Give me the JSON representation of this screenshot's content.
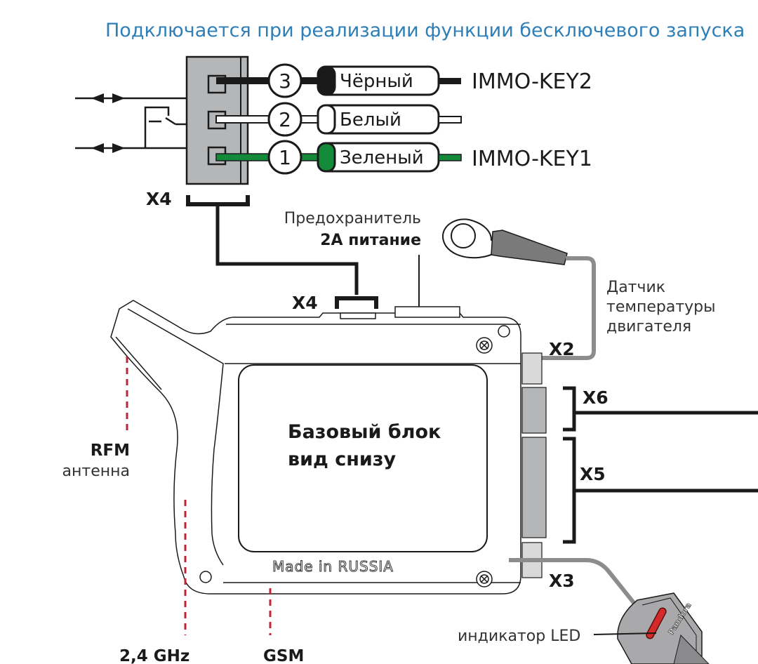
{
  "title": "Подключается при реализации функции бесключевого запуска",
  "immobilizer_connector": {
    "label": "X4",
    "pins": [
      {
        "number": "3",
        "wire_color_name": "Чёрный",
        "signal": "IMMO-KEY2",
        "color": "#1a1a1a"
      },
      {
        "number": "2",
        "wire_color_name": "Белый",
        "signal": "",
        "color": "#ffffff"
      },
      {
        "number": "1",
        "wire_color_name": "Зеленый",
        "signal": "IMMO-KEY1",
        "color": "#138a3a"
      }
    ]
  },
  "fuse": {
    "line1": "Предохранитель",
    "line2": "2А питание"
  },
  "temp_sensor": {
    "line1": "Датчик",
    "line2": "температуры",
    "line3": "двигателя"
  },
  "base_unit": {
    "line1": "Базовый блок",
    "line2": "вид снизу",
    "made_in": "Made in RUSSIA"
  },
  "connectors": {
    "x4": "X4",
    "x2": "X2",
    "x6": "X6",
    "x5": "X5",
    "x3": "X3"
  },
  "antennas": {
    "rfm_title": "RFM",
    "rfm_sub": "антенна",
    "ghz": "2,4 GHz",
    "gsm": "GSM"
  },
  "led": {
    "label": "индикатор LED",
    "brand": "Pandora"
  },
  "colors": {
    "title": "#2e7fb8",
    "antenna_dash": "#c0243a",
    "connector_gray": "#b5b6b8",
    "cable_gray": "#8c8c8c",
    "wire_green": "#138a3a",
    "led_red": "#d42a2a"
  }
}
